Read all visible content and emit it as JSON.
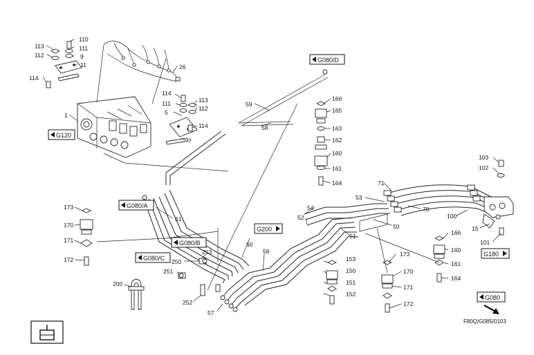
{
  "callouts": {
    "c1": "1",
    "c5": "5",
    "c7": "7",
    "c9": "9",
    "c11": "11",
    "c15": "15",
    "c26": "26",
    "c50": "50",
    "c51": "51",
    "c52": "52",
    "c53": "53",
    "c54": "54",
    "c56": "56",
    "c57": "57",
    "c58": "58",
    "c59": "59",
    "c60": "60",
    "c61": "61",
    "c70": "70",
    "c71": "71",
    "c100": "100",
    "c101": "101",
    "c102": "102",
    "c103": "103",
    "c110": "110",
    "c111a": "111",
    "c111b": "111",
    "c112a": "112",
    "c112b": "112",
    "c113a": "113",
    "c113b": "113",
    "c114a": "114",
    "c114b": "114",
    "c114c": "114",
    "c150": "150",
    "c151": "151",
    "c152": "152",
    "c153": "153",
    "c160a": "160",
    "c160b": "160",
    "c161a": "161",
    "c161b": "161",
    "c162": "162",
    "c163": "163",
    "c164a": "164",
    "c164b": "164",
    "c165": "165",
    "c166a": "166",
    "c166b": "166",
    "c170a": "170",
    "c170b": "170",
    "c171a": "171",
    "c171b": "171",
    "c172a": "172",
    "c172b": "172",
    "c173a": "173",
    "c173b": "173",
    "c200": "200",
    "c250": "250",
    "c251": "251",
    "c252": "252",
    "c253": "253"
  },
  "references": {
    "g120": "G120",
    "g080d": "G080/D",
    "g080a": "G080/A",
    "g080b": "G080/B",
    "g080c": "G080/C",
    "g200": "G200",
    "g180": "G180",
    "g080": "G080"
  },
  "drawing_code": "F80Q/G085/0103"
}
